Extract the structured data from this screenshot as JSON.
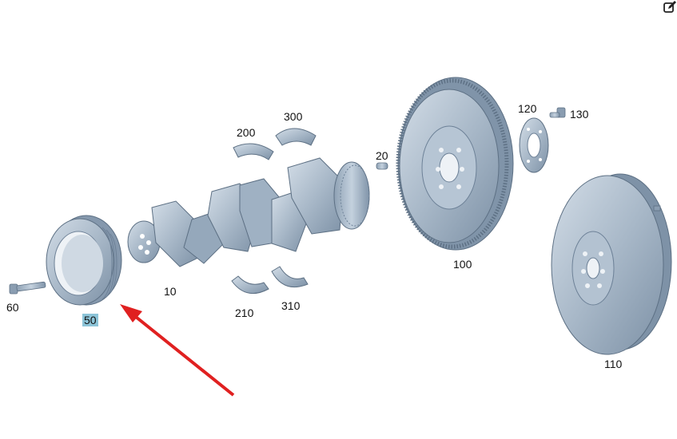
{
  "labels": {
    "p10": "10",
    "p20": "20",
    "p50": "50",
    "p60": "60",
    "p100": "100",
    "p110": "110",
    "p120": "120",
    "p130": "130",
    "p200": "200",
    "p210": "210",
    "p300": "300",
    "p310": "310"
  },
  "highlight": {
    "part": "50",
    "color": "#8cc4d8"
  },
  "arrow": {
    "color": "#e02020"
  },
  "colors": {
    "part_fill": "#a9b9c9",
    "part_dark": "#7f93a8",
    "part_light": "#d6e0ea",
    "outline": "#5d7084"
  },
  "icons": {
    "edit": "edit-icon"
  }
}
